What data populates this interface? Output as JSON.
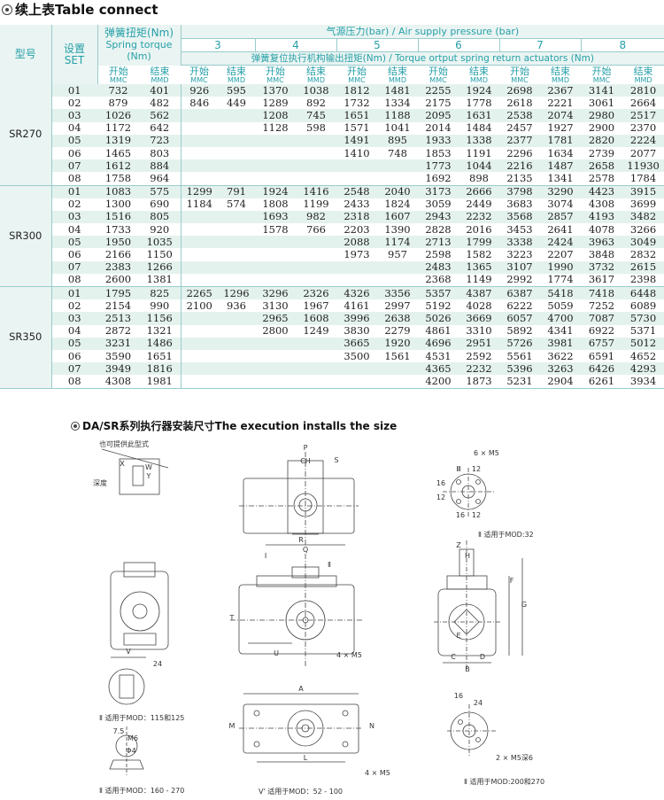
{
  "section1": {
    "title": "续上表Table connect"
  },
  "table": {
    "h_model": "型号",
    "h_set_cn": "设置",
    "h_set_en": "SET",
    "h_spring_cn": "弹簧扭矩(Nm)",
    "h_spring_en": "Spring torque (Nm)",
    "h_air": "气源压力(bar) / Air supply pressure (bar)",
    "pressures": [
      "3",
      "4",
      "5",
      "6",
      "7",
      "8"
    ],
    "h_torque": "弹簧复位执行机构输出扭矩(Nm) / Torque ortput spring return actuators (Nm)",
    "h_start": "开始",
    "h_start_code": "MMC",
    "h_end": "结束",
    "h_end_code": "MMD",
    "groups": [
      {
        "model": "SR270",
        "rows": [
          [
            "01",
            "732",
            "401",
            "926",
            "595",
            "1370",
            "1038",
            "1812",
            "1481",
            "2255",
            "1924",
            "2698",
            "2367",
            "3141",
            "2810"
          ],
          [
            "02",
            "879",
            "482",
            "846",
            "449",
            "1289",
            "892",
            "1732",
            "1334",
            "2175",
            "1778",
            "2618",
            "2221",
            "3061",
            "2664"
          ],
          [
            "03",
            "1026",
            "562",
            "",
            "",
            "1208",
            "745",
            "1651",
            "1188",
            "2095",
            "1631",
            "2538",
            "2074",
            "2980",
            "2517"
          ],
          [
            "04",
            "1172",
            "642",
            "",
            "",
            "1128",
            "598",
            "1571",
            "1041",
            "2014",
            "1484",
            "2457",
            "1927",
            "2900",
            "2370"
          ],
          [
            "05",
            "1319",
            "723",
            "",
            "",
            "",
            "",
            "1491",
            "895",
            "1933",
            "1338",
            "2377",
            "1781",
            "2820",
            "2224"
          ],
          [
            "06",
            "1465",
            "803",
            "",
            "",
            "",
            "",
            "1410",
            "748",
            "1853",
            "1191",
            "2296",
            "1634",
            "2739",
            "2077"
          ],
          [
            "07",
            "1612",
            "884",
            "",
            "",
            "",
            "",
            "",
            "",
            "1773",
            "1044",
            "2216",
            "1487",
            "2658",
            "11930"
          ],
          [
            "08",
            "1758",
            "964",
            "",
            "",
            "",
            "",
            "",
            "",
            "1692",
            "898",
            "2135",
            "1341",
            "2578",
            "1784"
          ]
        ]
      },
      {
        "model": "SR300",
        "rows": [
          [
            "01",
            "1083",
            "575",
            "1299",
            "791",
            "1924",
            "1416",
            "2548",
            "2040",
            "3173",
            "2666",
            "3798",
            "3290",
            "4423",
            "3915"
          ],
          [
            "02",
            "1300",
            "690",
            "1184",
            "574",
            "1808",
            "1199",
            "2433",
            "1824",
            "3059",
            "2449",
            "3683",
            "3074",
            "4308",
            "3699"
          ],
          [
            "03",
            "1516",
            "805",
            "",
            "",
            "1693",
            "982",
            "2318",
            "1607",
            "2943",
            "2232",
            "3568",
            "2857",
            "4193",
            "3482"
          ],
          [
            "04",
            "1733",
            "920",
            "",
            "",
            "1578",
            "766",
            "2203",
            "1390",
            "2828",
            "2016",
            "3453",
            "2641",
            "4078",
            "3266"
          ],
          [
            "05",
            "1950",
            "1035",
            "",
            "",
            "",
            "",
            "2088",
            "1174",
            "2713",
            "1799",
            "3338",
            "2424",
            "3963",
            "3049"
          ],
          [
            "06",
            "2166",
            "1150",
            "",
            "",
            "",
            "",
            "1973",
            "957",
            "2598",
            "1582",
            "3223",
            "2207",
            "3848",
            "2832"
          ],
          [
            "07",
            "2383",
            "1266",
            "",
            "",
            "",
            "",
            "",
            "",
            "2483",
            "1365",
            "3107",
            "1990",
            "3732",
            "2615"
          ],
          [
            "08",
            "2600",
            "1381",
            "",
            "",
            "",
            "",
            "",
            "",
            "2368",
            "1149",
            "2992",
            "1774",
            "3617",
            "2398"
          ]
        ]
      },
      {
        "model": "SR350",
        "rows": [
          [
            "01",
            "1795",
            "825",
            "2265",
            "1296",
            "3296",
            "2326",
            "4326",
            "3356",
            "5357",
            "4387",
            "6387",
            "5418",
            "7418",
            "6448"
          ],
          [
            "02",
            "2154",
            "990",
            "2100",
            "936",
            "3130",
            "1967",
            "4161",
            "2997",
            "5192",
            "4028",
            "6222",
            "5059",
            "7252",
            "6089"
          ],
          [
            "03",
            "2513",
            "1156",
            "",
            "",
            "2965",
            "1608",
            "3996",
            "2638",
            "5026",
            "3669",
            "6057",
            "4700",
            "7087",
            "5730"
          ],
          [
            "04",
            "2872",
            "1321",
            "",
            "",
            "2800",
            "1249",
            "3830",
            "2279",
            "4861",
            "3310",
            "5892",
            "4341",
            "6922",
            "5371"
          ],
          [
            "05",
            "3231",
            "1486",
            "",
            "",
            "",
            "",
            "3665",
            "1920",
            "4696",
            "2951",
            "5726",
            "3981",
            "6757",
            "5012"
          ],
          [
            "06",
            "3590",
            "1651",
            "",
            "",
            "",
            "",
            "3500",
            "1561",
            "4531",
            "2592",
            "5561",
            "3622",
            "6591",
            "4652"
          ],
          [
            "07",
            "3949",
            "1816",
            "",
            "",
            "",
            "",
            "",
            "",
            "4365",
            "2232",
            "5396",
            "3263",
            "6426",
            "4293"
          ],
          [
            "08",
            "4308",
            "1981",
            "",
            "",
            "",
            "",
            "",
            "",
            "4200",
            "1873",
            "5231",
            "2904",
            "6261",
            "3934"
          ]
        ]
      }
    ]
  },
  "section2": {
    "title": "DA/SR系列执行器安装尺寸The execution installs the size"
  },
  "drawing": {
    "note_alt": "也可提供此型式",
    "note_depth": "深度",
    "label_mod32": "Ⅱ 适用于MOD:32",
    "label_mod115": "Ⅱ 适用于MOD：115和125",
    "label_mod160": "Ⅱ 适用于MOD：160 - 270",
    "label_mod52": "V' 适用于MOD：52 - 100",
    "label_mod200": "Ⅱ 适用于MOD:200和270",
    "holes_6m5": "6 × M5",
    "holes_4m5a": "4 × M5",
    "holes_4m5b": "4 × M5",
    "holes_2m5": "2 × M5深6",
    "dims": [
      "P",
      "CH",
      "S",
      "R",
      "Q",
      "H",
      "F",
      "G",
      "A",
      "B",
      "C",
      "D",
      "E",
      "L",
      "M",
      "N",
      "T",
      "U",
      "V",
      "W",
      "X",
      "Y",
      "Z",
      "I",
      "Ⅱ",
      "Ⅲ",
      "12",
      "16",
      "12",
      "16",
      "12",
      "16",
      "24",
      "24",
      "7.5",
      "M6",
      "Φ4",
      "6"
    ]
  }
}
